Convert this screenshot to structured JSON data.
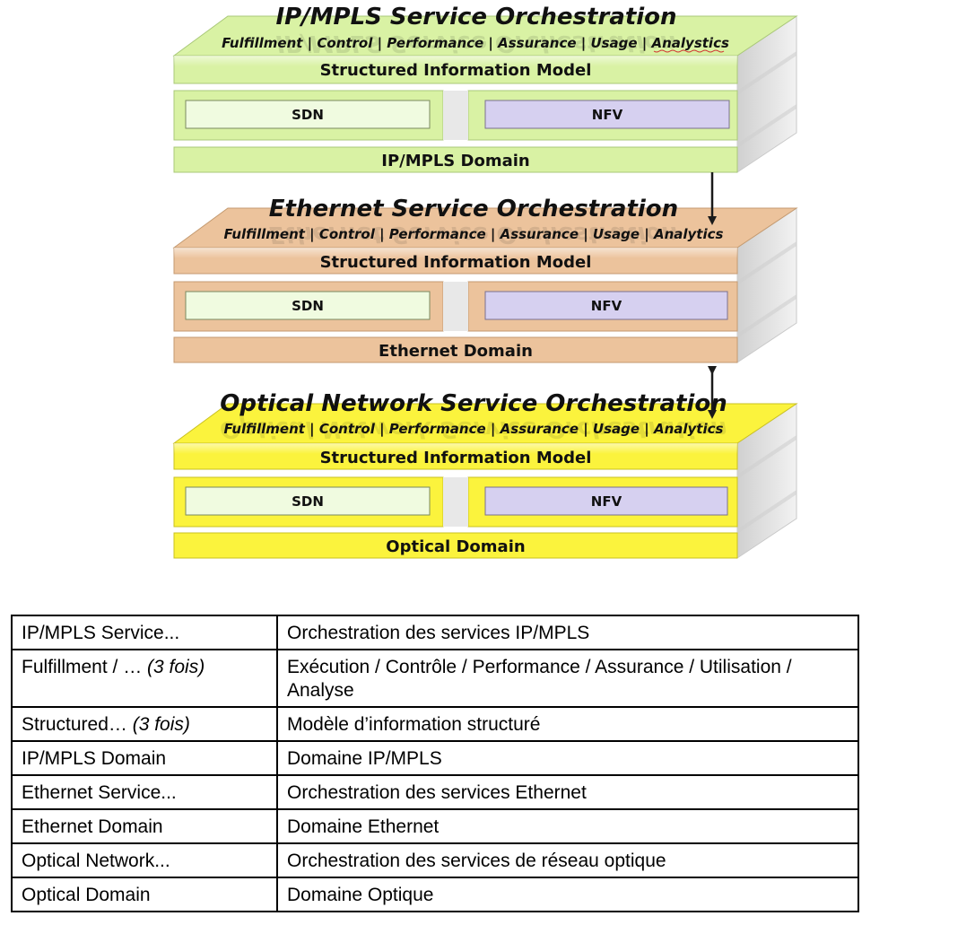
{
  "layers": [
    {
      "key": "ipmpls",
      "title": "IP/MPLS Service Orchestration",
      "functions": "Fulfillment | Control | Performance | Assurance | Usage | Analystics",
      "model": "Structured Information Model",
      "sdn": "SDN",
      "nfv": "NFV",
      "domain": "IP/MPLS Domain",
      "color": "#d9f2a4",
      "color_dark": "#c5e88a"
    },
    {
      "key": "ethernet",
      "title": "Ethernet Service Orchestration",
      "functions": "Fulfillment | Control | Performance | Assurance | Usage | Analytics",
      "model": "Structured Information Model",
      "sdn": "SDN",
      "nfv": "NFV",
      "domain": "Ethernet Domain",
      "color": "#ecc39c",
      "color_dark": "#e0b088"
    },
    {
      "key": "optical",
      "title": "Optical Network Service Orchestration",
      "functions": "Fulfillment | Control | Performance | Assurance | Usage | Analytics",
      "model": "Structured Information Model",
      "sdn": "SDN",
      "nfv": "NFV",
      "domain": "Optical Domain",
      "color": "#fbf33d",
      "color_dark": "#f0e530"
    }
  ],
  "colors": {
    "sdn_fill": "#f0fbe0",
    "nfv_fill": "#d6d0f0",
    "side_gray": "#e2e2e2",
    "arrow": "#1a1a1a"
  },
  "legend": [
    {
      "term": "IP/MPLS Service...",
      "note": "",
      "translation": "Orchestration des services IP/MPLS"
    },
    {
      "term": "Fulfillment / … ",
      "note": "(3 fois)",
      "translation": "Exécution / Contrôle / Performance / Assurance / Utilisation / Analyse"
    },
    {
      "term": "Structured… ",
      "note": "(3 fois)",
      "translation": "Modèle d’information structuré"
    },
    {
      "term": "IP/MPLS Domain",
      "note": "",
      "translation": "Domaine IP/MPLS"
    },
    {
      "term": "Ethernet Service...",
      "note": "",
      "translation": "Orchestration des services Ethernet"
    },
    {
      "term": "Ethernet Domain",
      "note": "",
      "translation": "Domaine Ethernet"
    },
    {
      "term": "Optical Network...",
      "note": "",
      "translation": "Orchestration des services de réseau optique"
    },
    {
      "term": "Optical Domain",
      "note": "",
      "translation": "Domaine Optique"
    }
  ]
}
